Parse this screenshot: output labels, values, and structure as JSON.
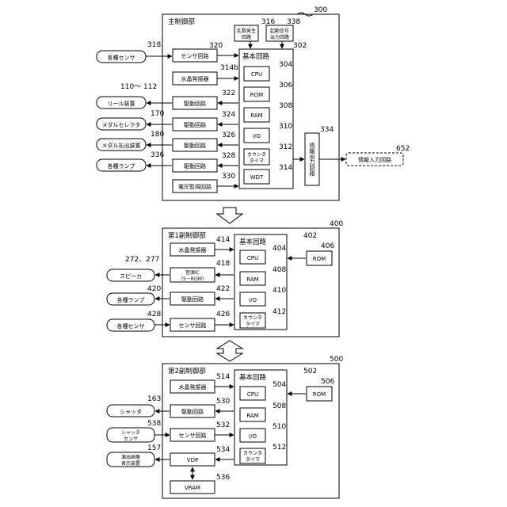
{
  "main": {
    "ref": "300",
    "title": "主制御部",
    "noise_ref": "316",
    "noise_l1": "乱数発生",
    "noise_l2": "回路",
    "start_ref": "338",
    "start_l1": "起動信号",
    "start_l2": "出力回路",
    "basic_ref": "302",
    "basic_title": "基本回路",
    "cpu": "CPU",
    "cpu_ref": "304",
    "rom": "ROM",
    "rom_ref": "306",
    "ram": "RAM",
    "ram_ref": "308",
    "io": "I/O",
    "io_ref": "310",
    "counter_l1": "カウンタ",
    "counter_l2": "タイマ",
    "counter_ref": "312",
    "wdt": "WDT",
    "wdt_ref": "314",
    "sensor_circuit": "センサ回路",
    "sensor_circuit_ref": "320",
    "crystal": "水晶発振器",
    "crystal_ref": "314b",
    "drive1": "駆動回路",
    "drive1_ref": "322",
    "drive2": "駆動回路",
    "drive2_ref": "324",
    "drive3": "駆動回路",
    "drive3_ref": "326",
    "drive4": "駆動回路",
    "drive4_ref": "328",
    "voltage": "電圧監視回路",
    "voltage_ref": "330",
    "info_out": "情報出力回路",
    "info_out_ref": "334",
    "info_in": "情報入力回路",
    "info_in_ref": "652",
    "ext_sensor": "各種センサ",
    "ext_sensor_ref": "318",
    "reel": "リール装置",
    "reel_ref": "110～ 112",
    "medal_sel": "メダルセレクタ",
    "medal_sel_ref": "170",
    "medal_out": "メダル払出装置",
    "medal_out_ref": "180",
    "lamp": "各種ランプ",
    "lamp_ref": "336"
  },
  "sub1": {
    "ref": "400",
    "title": "第1副制御部",
    "basic_ref": "402",
    "basic_title": "基本回路",
    "cpu": "CPU",
    "cpu_ref": "404",
    "ram": "RAM",
    "ram_ref": "408",
    "io": "I/O",
    "io_ref": "410",
    "counter_l1": "カウンタ",
    "counter_l2": "タイマ",
    "counter_ref": "412",
    "rom": "ROM",
    "rom_ref": "406",
    "crystal": "水晶発振器",
    "crystal_ref": "414",
    "sound_l1": "音源IC",
    "sound_l2": "（S－ROM）",
    "sound_ref": "418",
    "drive": "駆動回路",
    "drive_ref": "422",
    "sensor_circuit": "センサ回路",
    "sensor_circuit_ref": "426",
    "speaker": "スピーカ",
    "speaker_ref": "272、277",
    "lamp": "各種ランプ",
    "lamp_ref": "420",
    "ext_sensor": "各種センサ",
    "ext_sensor_ref": "428"
  },
  "sub2": {
    "ref": "500",
    "title": "第2副制御部",
    "basic_ref": "502",
    "basic_title": "基本回路",
    "cpu": "CPU",
    "cpu_ref": "504",
    "ram": "RAM",
    "ram_ref": "508",
    "io": "I/O",
    "io_ref": "510",
    "counter_l1": "カウンタ",
    "counter_l2": "タイマ",
    "counter_ref": "512",
    "rom": "ROM",
    "rom_ref": "506",
    "crystal": "水晶発振器",
    "crystal_ref": "514",
    "drive": "駆動回路",
    "drive_ref": "530",
    "sensor_circuit": "センサ回路",
    "sensor_circuit_ref": "532",
    "vdp": "VDP",
    "vdp_ref": "534",
    "vram": "VRAM",
    "vram_ref": "536",
    "shutter": "シャッタ",
    "shutter_ref": "163",
    "shutter_sensor_l1": "シャッタ",
    "shutter_sensor_l2": "センサ",
    "shutter_sensor_ref": "538",
    "display_l1": "演出画像",
    "display_l2": "表示装置",
    "display_ref": "157"
  }
}
